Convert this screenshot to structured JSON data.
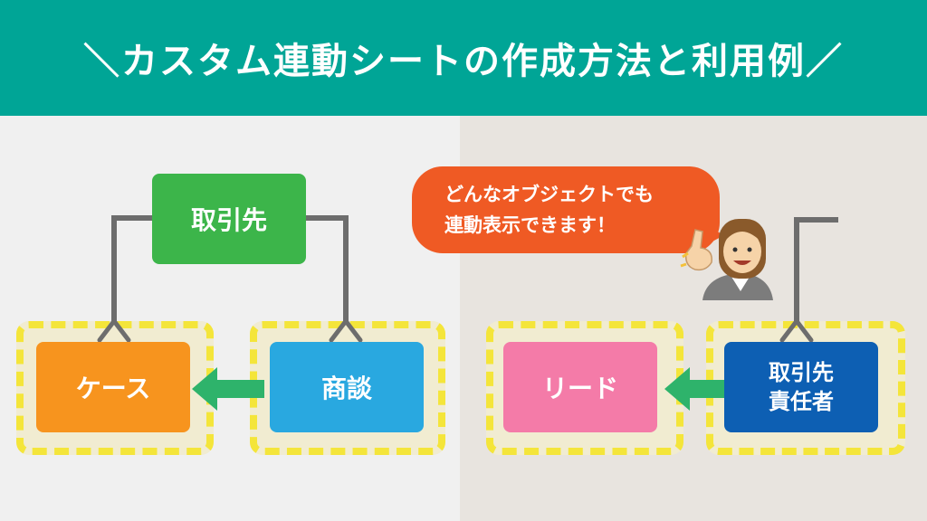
{
  "header": {
    "title": "＼カスタム連動シートの作成方法と利用例／"
  },
  "left": {
    "account": "取引先",
    "case": "ケース",
    "opportunity": "商談"
  },
  "right": {
    "lead": "リード",
    "contact_line1": "取引先",
    "contact_line2": "責任者",
    "bubble_line1": "どんなオブジェクトでも",
    "bubble_line2": "連動表示できます！"
  },
  "colors": {
    "header": "#00a596",
    "account": "#3cb54a",
    "case": "#f7941e",
    "opportunity": "#29a8e0",
    "lead": "#f47ba8",
    "contact": "#0d5fb3",
    "bubble": "#ef5a24",
    "arrow": "#2eb36b",
    "highlight": "#f4e53a"
  }
}
